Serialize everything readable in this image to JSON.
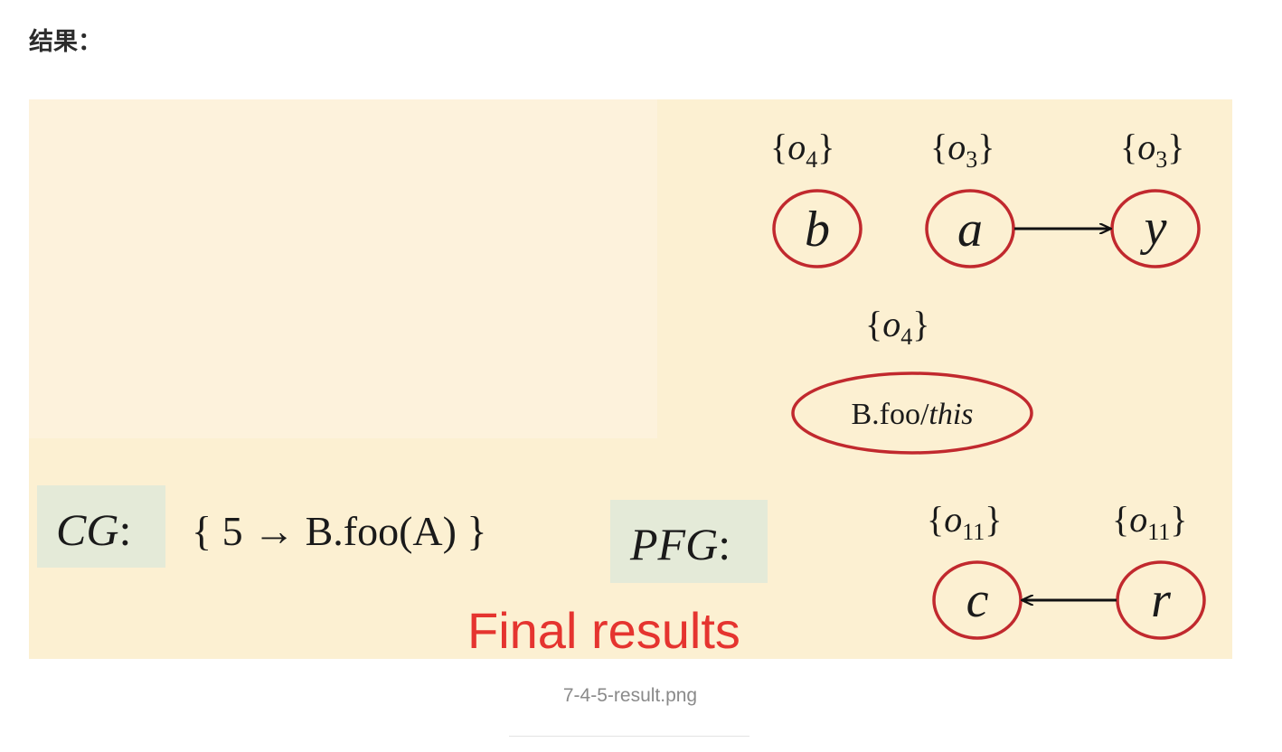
{
  "heading": "结果：",
  "caption": "7-4-5-result.png",
  "slide": {
    "cg_label": "CG",
    "colon": ":",
    "cg_set": "{ 5 → B.foo(A) }",
    "pfg_label": "PFG",
    "title": "Final results",
    "title_color": "#e5342f",
    "node_stroke": "#c1292e",
    "nodes": {
      "b": {
        "label": "b",
        "pts_base": "o",
        "pts_sub": "4"
      },
      "a": {
        "label": "a",
        "pts_base": "o",
        "pts_sub": "3"
      },
      "y": {
        "label": "y",
        "pts_base": "o",
        "pts_sub": "3"
      },
      "this": {
        "label_prefix": "B.foo/",
        "label_italic": "this",
        "pts_base": "o",
        "pts_sub": "4"
      },
      "c": {
        "label": "c",
        "pts_base": "o",
        "pts_sub": "11"
      },
      "r": {
        "label": "r",
        "pts_base": "o",
        "pts_sub": "11"
      }
    },
    "edges": [
      {
        "from": "a",
        "to": "y"
      },
      {
        "from": "r",
        "to": "c"
      }
    ]
  }
}
